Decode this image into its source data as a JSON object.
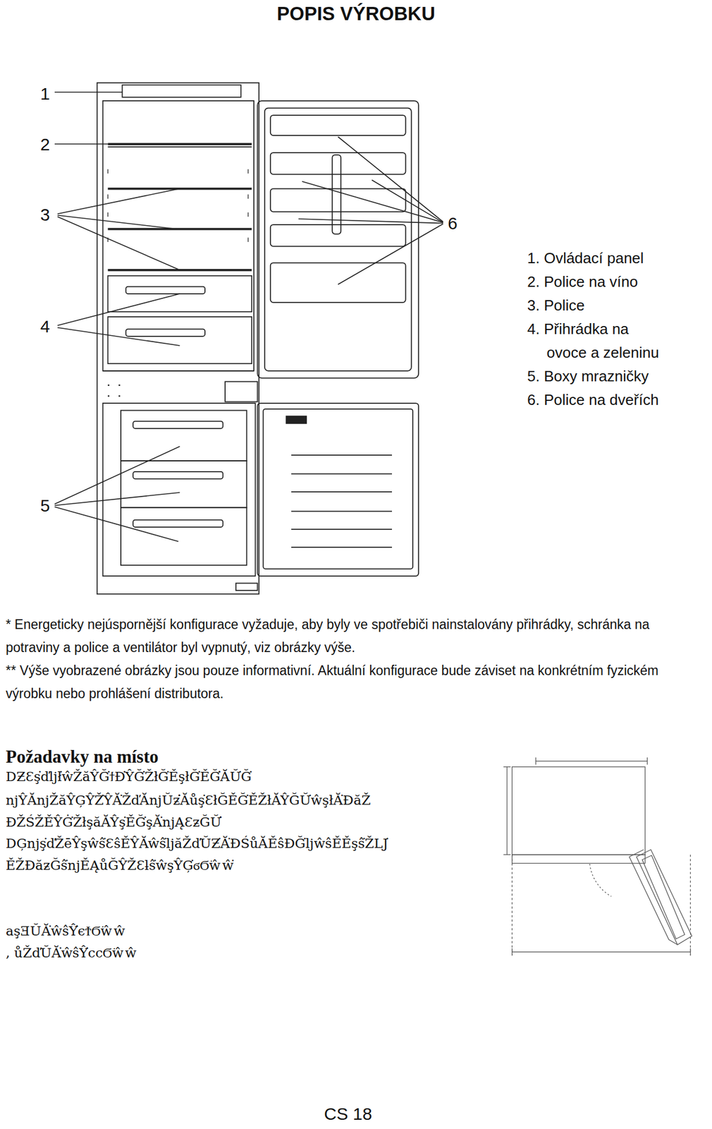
{
  "diagram": {
    "title": "POPIS VÝROBKU",
    "labels": [
      "1",
      "2",
      "3",
      "4",
      "5",
      "6",
      "1. Ovládací panel",
      "2. Police na víno",
      "3. Police",
      "4. Přihrádka na ovoce a zeleninu",
      "5. Boxy mrazničky",
      "6. Police na dveřích",
      "* Energeticky nejúspornější konfigurace vyžaduje, aby byly ve spotřebiči nainstalovány přihrádky, schránka na potraviny a police a ventilátor byl vypnutý, viz obrázky výše.",
      "** Výše vyobrazené obrázky jsou pouze informativní. Aktuální konfigurace bude záviset na konkrétním fyzickém výrobku nebo prohlášení distributora.",
      "Požadavky na místo",
      "DƵƐş͘ďljł͘ŵŽăŶĞ͘ϯĐ͘ŶĞ͘ŽłĞ͘ĚşłĞ͘ĚĞ͘͘ĂŬ͘Ğ͘",
      "njŶĂnjŽăŶĢŶŽ͘ŶĂ͘ŽďĂnjŬƶ͘͘͘Ăůş͘ƐłĞĚĞ͘ĚŽłĂŶĞŬ͘ŵşłĂ͘ĐăŽ",
      "ĐŽŚŽĚŶĠ͘ŽłşăĂŶş͘ĚĞ͘şĂ͘njĄƐƶĞŬ͘͘͘",
      "DĢnjş͘ďŽēŶşŵŝ͘ƐŝĚŶĂŵŝ͘ljăŽďŬƵ͘Ă͘ĐŚůĂĚŝĐĞ͘ljŵŝĚĚşŝ͘ŽǇ͘",
      "ĚŽĐăƶĞŝ͘njĚĄůĞŶŽƐƚŝ͘ŵşŶĢ͘ϭϬ͘ŵŵ͘",
      "aşƎŬĂ͘ŵŝŶ͘͘ϵϮϬ͘ŵŵ",
      ", ůŽďŬĂ͘ŵŝŶ͘ϲϲϬ͘ŵŵ",
      "CS 18"
    ]
  }
}
